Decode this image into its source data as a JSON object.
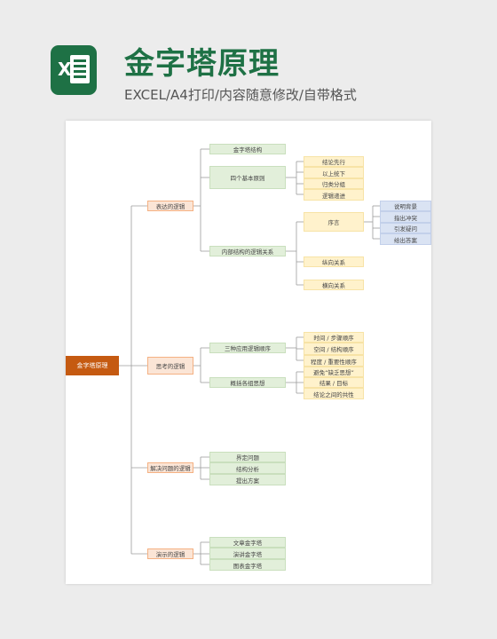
{
  "header": {
    "app_icon": "excel-icon",
    "icon_letter": "X",
    "title": "金字塔原理",
    "subtitle": "EXCEL/A4打印/内容随意修改/自带格式"
  },
  "colors": {
    "brand_green": "#1e7145",
    "root": "#c55a11",
    "level1": "#fbe5d6",
    "level2": "#e2efda",
    "level3": "#fff2cc",
    "level4": "#dae3f3"
  },
  "mindmap": {
    "root": "金字塔原理",
    "branches": [
      {
        "label": "表达的逻辑",
        "children": [
          {
            "label": "金字塔结构"
          },
          {
            "label": "四个基本原则",
            "children": [
              "结论先行",
              "以上统下",
              "归类分组",
              "逻辑递进"
            ]
          },
          {
            "label": "内部结构的逻辑关系",
            "children": [
              {
                "label": "序言",
                "children": [
                  "说明背景",
                  "指出冲突",
                  "引发疑问",
                  "给出答案"
                ]
              },
              {
                "label": "纵向关系"
              },
              {
                "label": "横向关系"
              }
            ]
          }
        ]
      },
      {
        "label": "思考的逻辑",
        "children": [
          {
            "label": "三种应用逻辑顺序",
            "children": [
              "时间 / 步骤顺序",
              "空间 / 结构顺序",
              "程度 / 重要性顺序"
            ]
          },
          {
            "label": "概括各组思想",
            "children": [
              "避免“缺乏思想”",
              "结果 / 目标",
              "结论之间的共性"
            ]
          }
        ]
      },
      {
        "label": "解决问题的逻辑",
        "children": [
          {
            "label": "界定问题"
          },
          {
            "label": "结构分析"
          },
          {
            "label": "提出方案"
          }
        ]
      },
      {
        "label": "演示的逻辑",
        "children": [
          {
            "label": "文章金字塔"
          },
          {
            "label": "演讲金字塔"
          },
          {
            "label": "图表金字塔"
          }
        ]
      }
    ]
  }
}
